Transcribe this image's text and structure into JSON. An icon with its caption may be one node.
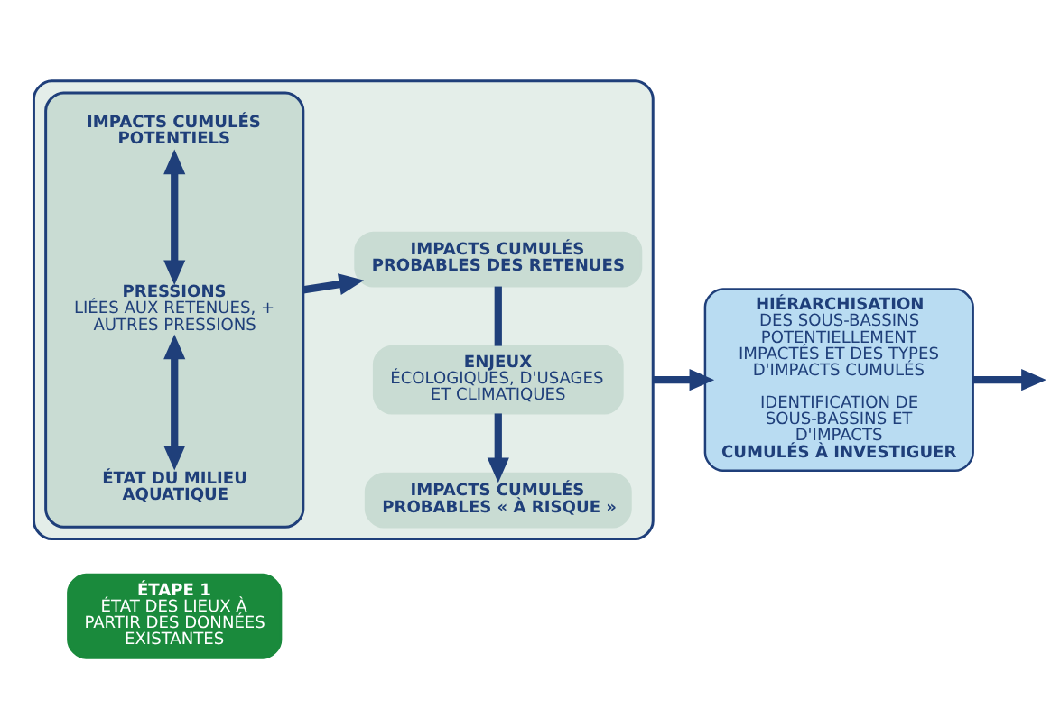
{
  "diagram": {
    "nodes": [
      {
        "text": [
          "ÉTAPE 1",
          "ÉTAT DES LIEUX À PARTIR DES DONNÉES EXISTANTES"
        ]
      },
      {
        "text": [],
        "shape": "box"
      },
      {
        "text": [],
        "shape": "box",
        "in": 1
      },
      {
        "text": [
          "IMPACTS CUMULÉS POTENTIELS"
        ],
        "in": 2
      },
      {
        "text": [
          "PRESSIONS",
          "LIÉES AUX RETENUES, + AUTRES PRESSIONS"
        ],
        "in": 2
      },
      {
        "text": [
          "ÉTAT DU MILIEU AQUATIQUE"
        ],
        "in": 2
      },
      {
        "text": [
          "IMPACTS CUMULÉS PROBABLES DES RETENUES"
        ],
        "in": 1
      },
      {
        "text": [
          "ENJEUX",
          "ÉCOLOGIQUES, D'USAGES ET CLIMATIQUES"
        ],
        "in": 1
      },
      {
        "text": [
          "IMPACTS CUMULÉS PROBABLES « À RISQUE »"
        ],
        "in": 1
      },
      {
        "text": [
          "HIÉRARCHISATION",
          "DES SOUS-BASSINS POTENTIELLEMENT IMPACTÉS ET DES TYPES D'IMPACTS CUMULÉS",
          "IDENTIFICATION DE SOUS-BASSINS ET D'IMPACTS",
          "CUMULÉS À INVESTIGUER"
        ]
      }
    ],
    "edges": [
      {
        "from": 3,
        "to": 4,
        "arrow": "both"
      },
      {
        "from": 4,
        "to": 5,
        "arrow": "both"
      },
      {
        "from": 2,
        "to": 6,
        "arrow": "to"
      },
      {
        "from": 6,
        "to": 7,
        "arrow": "none"
      },
      {
        "from": 7,
        "to": 8,
        "arrow": "to"
      },
      {
        "from": 1,
        "to": 9,
        "arrow": "to"
      },
      {
        "from": 9,
        "to": null,
        "arrow": "to"
      }
    ]
  }
}
